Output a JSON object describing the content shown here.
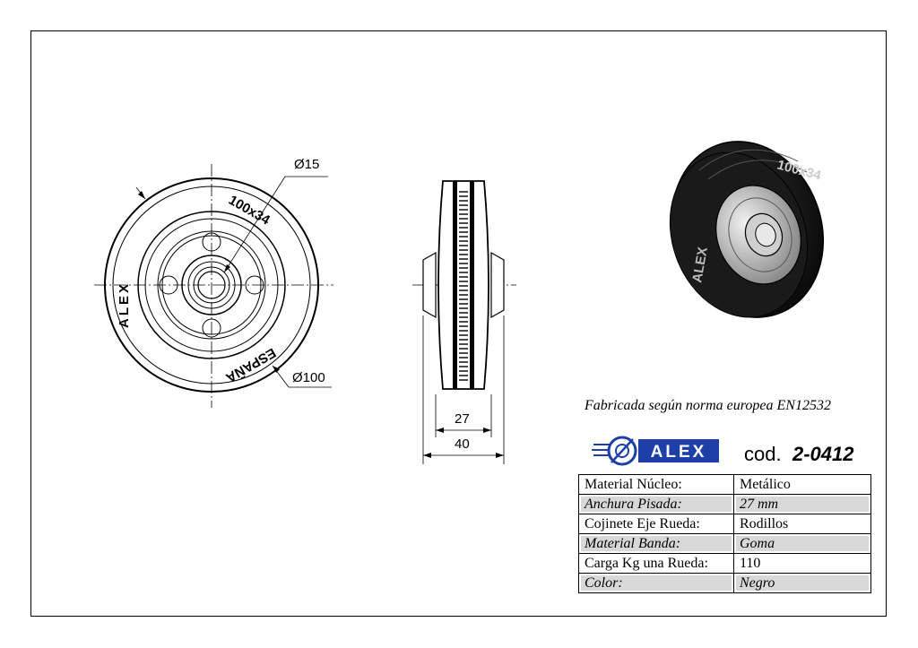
{
  "views": {
    "front": {
      "dim_hub": "Ø15",
      "dim_outer": "Ø100",
      "tire_top": "100x34",
      "tire_left": "ALEX",
      "tire_bottom": "ESPAÑA"
    },
    "side": {
      "dim_inner": "27",
      "dim_outer": "40"
    },
    "iso": {
      "tire_top": "100x34",
      "tire_side": "ALEX"
    }
  },
  "norm_text": "Fabricada según norma europea EN12532",
  "logo": {
    "text": "ALEX",
    "color": "#1e3fa8"
  },
  "code": {
    "prefix": "cod.",
    "value": "2-0412"
  },
  "specs": [
    {
      "label": "Material Núcleo:",
      "value": "Metálico"
    },
    {
      "label": "Anchura Pisada:",
      "value": "27 mm"
    },
    {
      "label": "Cojinete Eje Rueda:",
      "value": "Rodillos"
    },
    {
      "label": "Material Banda:",
      "value": "Goma"
    },
    {
      "label": "Carga Kg una Rueda:",
      "value": "110"
    },
    {
      "label": "Color:",
      "value": "Negro"
    }
  ]
}
